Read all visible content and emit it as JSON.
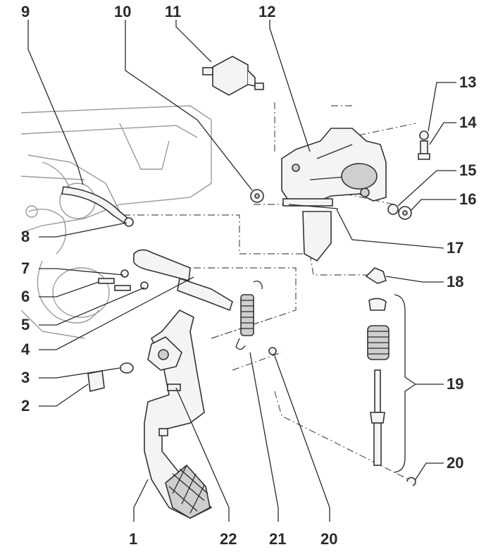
{
  "callouts": [
    "1",
    "2",
    "3",
    "4",
    "5",
    "6",
    "7",
    "8",
    "9",
    "10",
    "11",
    "12",
    "13",
    "14",
    "15",
    "16",
    "17",
    "18",
    "19",
    "20",
    "20",
    "21",
    "22"
  ]
}
